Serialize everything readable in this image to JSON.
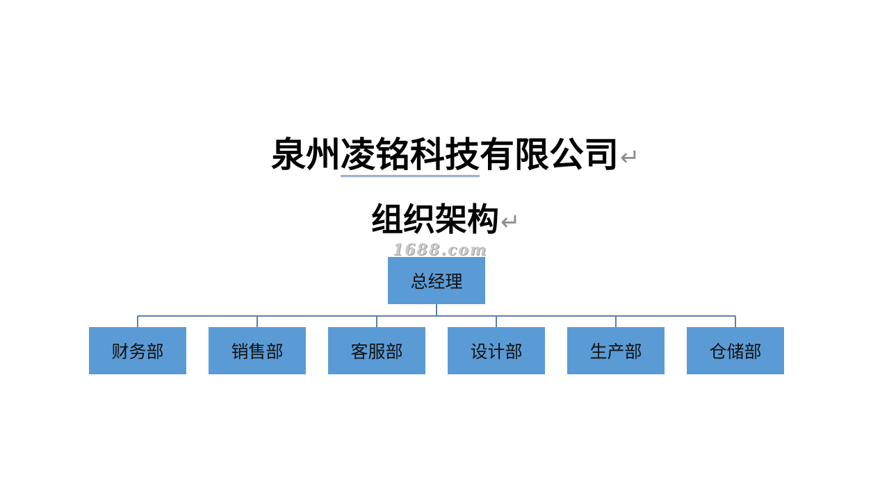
{
  "title": {
    "prefix": "泉州",
    "underlined": "凌铭科技",
    "suffix": "有限公司"
  },
  "subtitle": "组织架构",
  "paragraph_mark": "↵",
  "watermark": "1688.com",
  "org_chart": {
    "root": "总经理",
    "children": [
      "财务部",
      "销售部",
      "客服部",
      "设计部",
      "生产部",
      "仓储部"
    ]
  },
  "colors": {
    "node_fill": "#5b9bd5",
    "connector": "#5b7fb0"
  }
}
